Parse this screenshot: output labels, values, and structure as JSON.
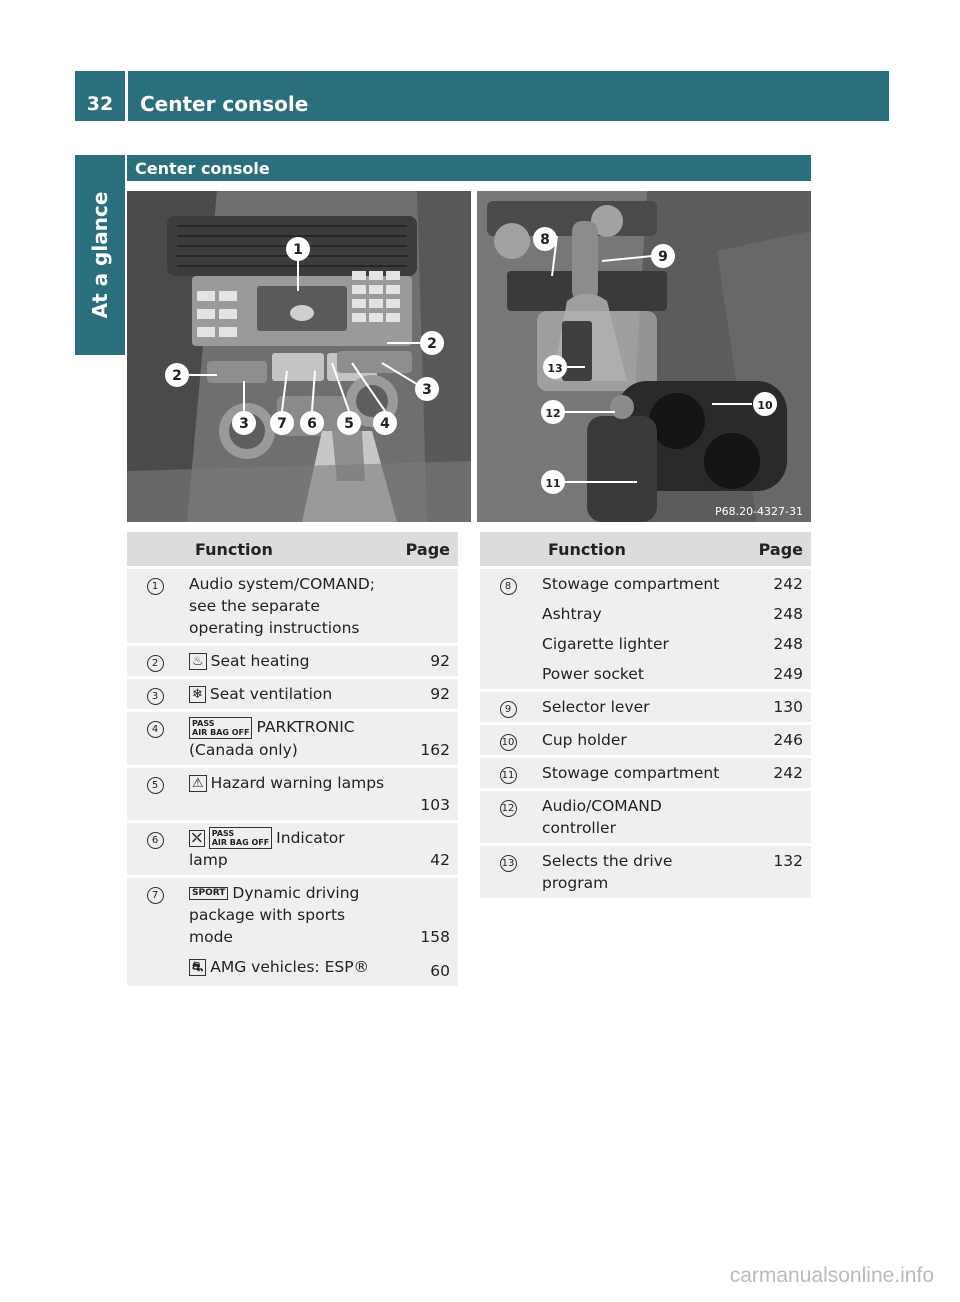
{
  "header": {
    "page_number": "32",
    "title": "Center console"
  },
  "side_tab": {
    "label": "At a glance"
  },
  "section": {
    "title": "Center console"
  },
  "photo": {
    "caption": "P68.20-4327-31"
  },
  "table_left": {
    "col_function": "Function",
    "col_page": "Page",
    "rows": [
      {
        "num": "1",
        "lines": [
          {
            "symbol": "",
            "text": "Audio system/COMAND; see the separate operating instructions",
            "page": ""
          }
        ]
      },
      {
        "num": "2",
        "lines": [
          {
            "symbol": "seat-heat",
            "text": "Seat heating",
            "page": "92"
          }
        ]
      },
      {
        "num": "3",
        "lines": [
          {
            "symbol": "seat-vent",
            "text": "Seat ventilation",
            "page": "92"
          }
        ]
      },
      {
        "num": "4",
        "lines": [
          {
            "symbol": "PASS AIR BAG OFF",
            "text": "PARKTRONIC (Canada only)",
            "page": "162"
          }
        ]
      },
      {
        "num": "5",
        "lines": [
          {
            "symbol": "hazard",
            "text": "Hazard warning lamps",
            "page": "103"
          }
        ]
      },
      {
        "num": "6",
        "lines": [
          {
            "symbol": "seat-belt PASS AIR BAG OFF",
            "text": "Indicator lamp",
            "page": "42"
          }
        ]
      },
      {
        "num": "7",
        "lines": [
          {
            "symbol": "SPORT",
            "text": "Dynamic driving package with sports mode",
            "page": "158"
          },
          {
            "symbol": "ESP OFF",
            "text": "AMG vehicles: ESP®",
            "page": "60"
          }
        ]
      }
    ]
  },
  "table_right": {
    "col_function": "Function",
    "col_page": "Page",
    "rows": [
      {
        "num": "8",
        "lines": [
          {
            "text": "Stowage compartment",
            "page": "242"
          },
          {
            "text": "Ashtray",
            "page": "248"
          },
          {
            "text": "Cigarette lighter",
            "page": "248"
          },
          {
            "text": "Power socket",
            "page": "249"
          }
        ]
      },
      {
        "num": "9",
        "lines": [
          {
            "text": "Selector lever",
            "page": "130"
          }
        ]
      },
      {
        "num": "10",
        "lines": [
          {
            "text": "Cup holder",
            "page": "246"
          }
        ]
      },
      {
        "num": "11",
        "lines": [
          {
            "text": "Stowage compartment",
            "page": "242"
          }
        ]
      },
      {
        "num": "12",
        "lines": [
          {
            "text": "Audio/COMAND controller",
            "page": ""
          }
        ]
      },
      {
        "num": "13",
        "lines": [
          {
            "text": "Selects the drive program",
            "page": "132"
          }
        ]
      }
    ]
  },
  "footer": {
    "watermark": "carmanualsonline.info"
  }
}
